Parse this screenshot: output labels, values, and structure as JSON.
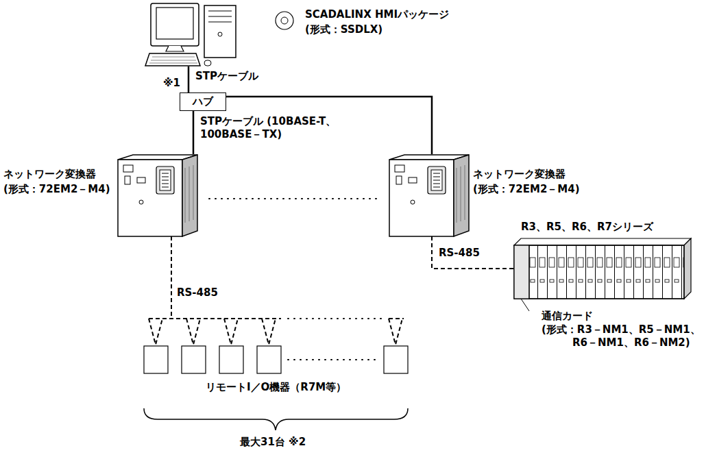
{
  "diagram": {
    "nodes": [
      {
        "text": [
          "ハブ"
        ]
      },
      {
        "text": [
          "ネットワーク変換器",
          "(形式：72EM2－M4)"
        ]
      },
      {
        "text": [
          "ネットワーク変換器",
          "(形式：72EM2－M4)"
        ]
      },
      {
        "text": [
          "R3、R5、R6、R7シリーズ",
          "通信カード",
          "(形式：R3－NM1、R5－NM1、 R6－NM1、R6－NM2)"
        ]
      }
    ],
    "edges": [
      {
        "from": 0,
        "to": 1,
        "arrow": "none",
        "label": "STPケーブル (10BASE-T、100BASE－TX)"
      },
      {
        "from": 0,
        "to": 2,
        "arrow": "none"
      },
      {
        "from": 2,
        "to": 3,
        "arrow": "none",
        "label": "RS-485"
      }
    ],
    "labels": [
      "SCADALINX HMIパッケージ",
      "(形式：SSDLX)",
      "STPケーブル",
      "※1",
      "RS-485",
      "リモートI／O機器（R7M等）",
      "最大31台 ※2"
    ]
  }
}
